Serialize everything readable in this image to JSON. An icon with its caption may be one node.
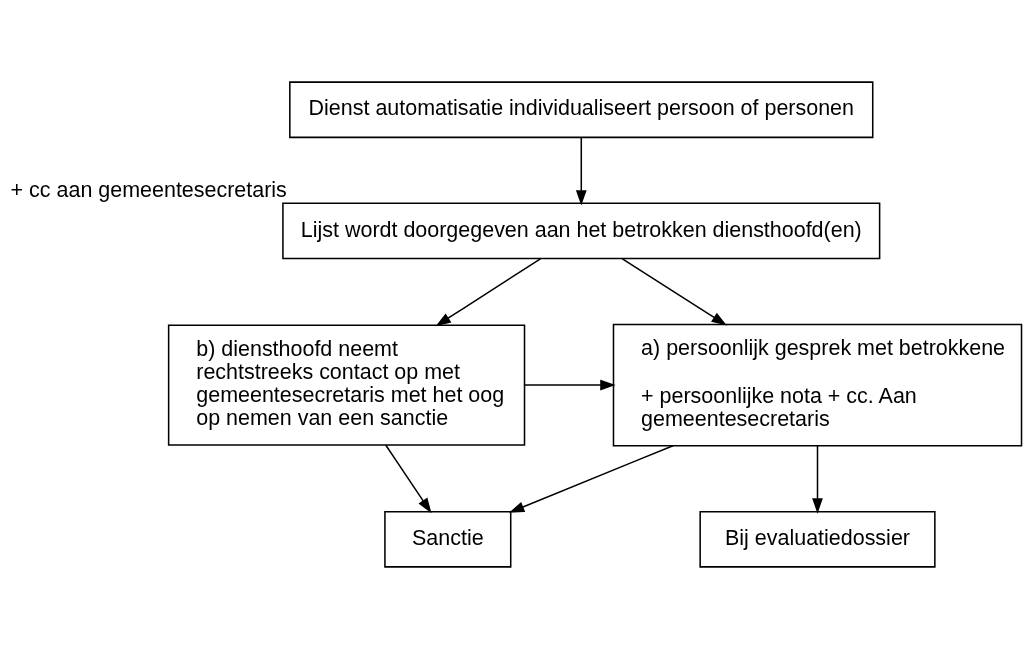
{
  "diagram": {
    "nodes": [
      {
        "text": [
          "Dienst automatisatie individualiseert persoon of personen"
        ]
      },
      {
        "text": [
          "Lijst wordt doorgegeven aan het betrokken diensthoofd(en)"
        ],
        "beside": [
          "+ cc aan gemeentesecretaris"
        ]
      },
      {
        "text": [
          "a) persoonlijk gesprek met betrokkene",
          "+ persoonlijke nota + cc. Aan gemeentesecretaris"
        ]
      },
      {
        "text": [
          "b) diensthoofd neemt rechtstreeks contact op met gemeentesecretaris met het oog op nemen van een sanctie"
        ]
      },
      {
        "text": [
          "Bij evaluatiedossier"
        ]
      },
      {
        "text": [
          "Sanctie"
        ]
      }
    ],
    "edges": [
      {
        "from": 0,
        "to": 1,
        "arrow": "to"
      },
      {
        "from": 1,
        "to": 2,
        "arrow": "to"
      },
      {
        "from": 1,
        "to": 3,
        "arrow": "to"
      },
      {
        "from": 3,
        "to": 2,
        "arrow": "to"
      },
      {
        "from": 2,
        "to": 4,
        "arrow": "to"
      },
      {
        "from": 2,
        "to": 5,
        "arrow": "to"
      },
      {
        "from": 3,
        "to": 5,
        "arrow": "to"
      }
    ]
  }
}
